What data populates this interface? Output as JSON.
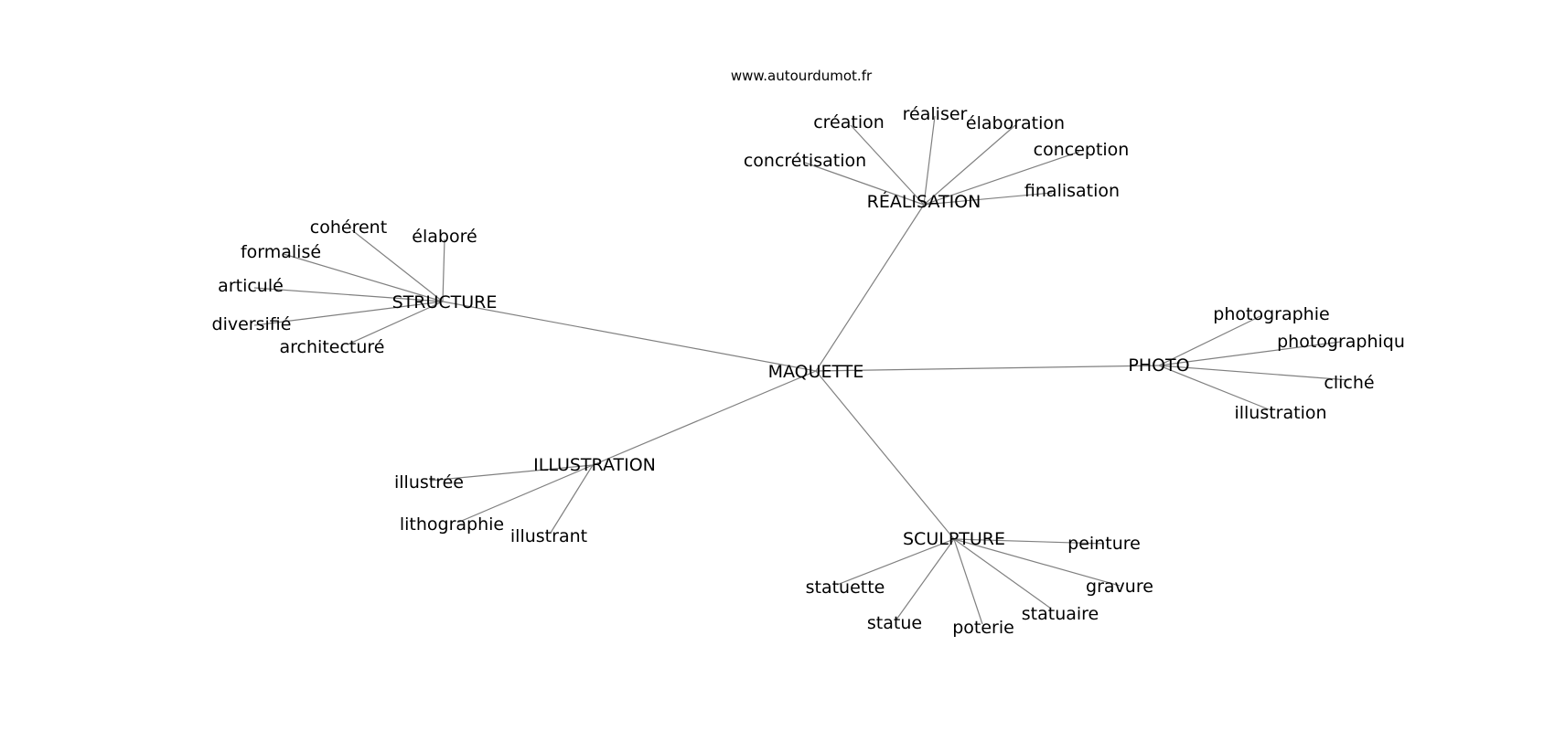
{
  "watermark": "www.autourdumot.fr",
  "center": "MAQUETTE",
  "hubs": [
    {
      "id": "realisation",
      "label": "RÉALISATION",
      "leaves": [
        "création",
        "réaliser",
        "élaboration",
        "conception",
        "concrétisation",
        "finalisation"
      ]
    },
    {
      "id": "structure",
      "label": "STRUCTURE",
      "leaves": [
        "cohérent",
        "élaboré",
        "formalisé",
        "articulé",
        "diversifié",
        "architecturé"
      ]
    },
    {
      "id": "photo",
      "label": "PHOTO",
      "leaves": [
        "photographie",
        "photographiqu",
        "cliché",
        "illustration"
      ]
    },
    {
      "id": "illustration",
      "label": "ILLUSTRATION",
      "leaves": [
        "illustrée",
        "lithographie",
        "illustrant"
      ]
    },
    {
      "id": "sculpture",
      "label": "SCULPTURE",
      "leaves": [
        "peinture",
        "statuette",
        "gravure",
        "statuaire",
        "statue",
        "poterie"
      ]
    }
  ],
  "colors": {
    "edge": "#808080",
    "text": "#000000",
    "background": "#ffffff"
  }
}
